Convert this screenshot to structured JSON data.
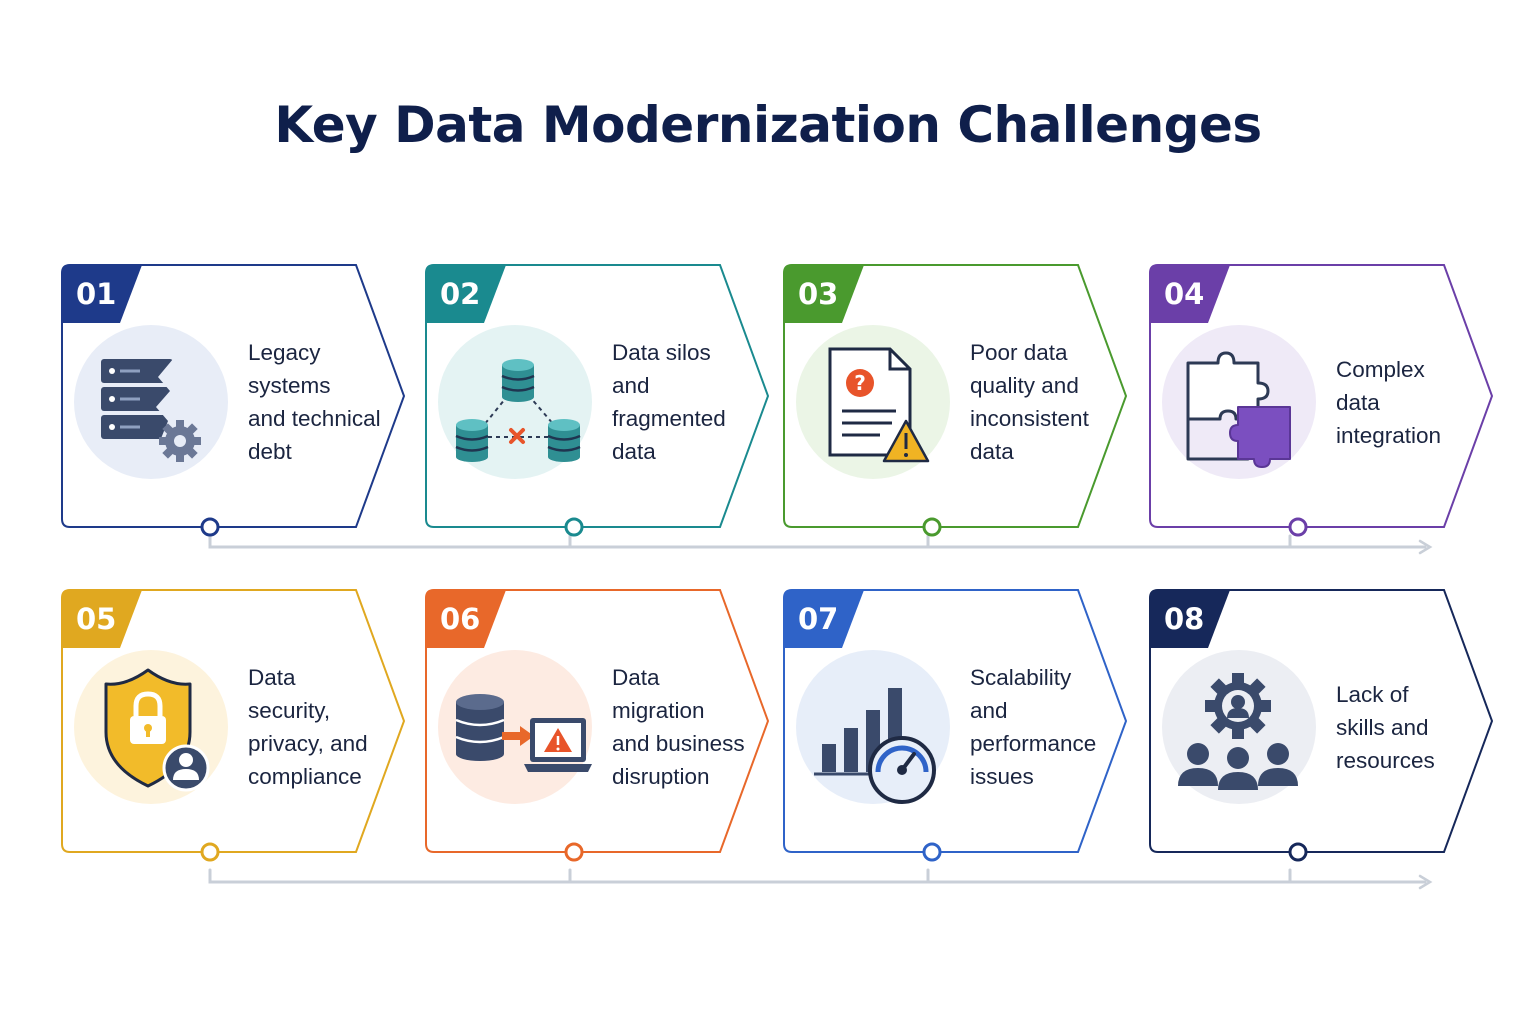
{
  "title": "Key Data Modernization Challenges",
  "colors": {
    "title": "#0f1f4b",
    "connector": "#c9cfd8",
    "text": "#1b2540"
  },
  "challenges": [
    {
      "number": "01",
      "label": "Legacy\nsystems\nand technical\ndebt",
      "color": "#1e3a8a",
      "icon": "server-rack-gear-icon",
      "bg": "#e8edf7"
    },
    {
      "number": "02",
      "label": "Data silos\nand\nfragmented\ndata",
      "color": "#1a8a8f",
      "icon": "database-silos-icon",
      "bg": "#e4f3f3"
    },
    {
      "number": "03",
      "label": "Poor data\nquality and\ninconsistent\ndata",
      "color": "#4a9a2e",
      "icon": "document-warning-icon",
      "bg": "#ebf5e6"
    },
    {
      "number": "04",
      "label": "Complex\ndata\nintegration",
      "color": "#6b3fa8",
      "icon": "puzzle-icon",
      "bg": "#efeaf7"
    },
    {
      "number": "05",
      "label": "Data\nsecurity,\nprivacy, and\ncompliance",
      "color": "#e0a820",
      "icon": "shield-lock-icon",
      "bg": "#fdf3dd"
    },
    {
      "number": "06",
      "label": "Data\nmigration\nand business\ndisruption",
      "color": "#e8682a",
      "icon": "database-migration-icon",
      "bg": "#fdebe2"
    },
    {
      "number": "07",
      "label": "Scalability\nand\nperformance\nissues",
      "color": "#2f63c8",
      "icon": "speedometer-chart-icon",
      "bg": "#e7eef9"
    },
    {
      "number": "08",
      "label": "Lack of\nskills and\nresources",
      "color": "#16285a",
      "icon": "team-gear-icon",
      "bg": "#eceef3"
    }
  ]
}
